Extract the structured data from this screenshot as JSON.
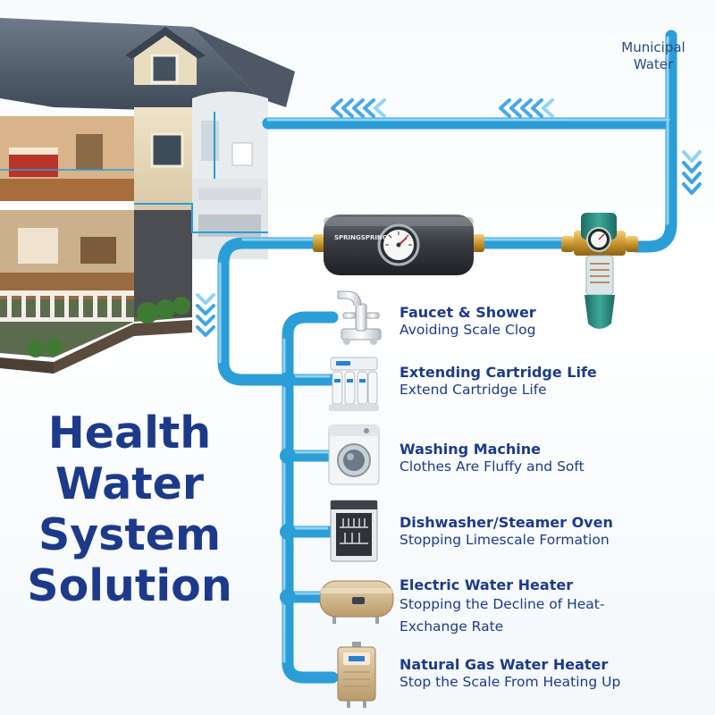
{
  "source": {
    "line1": "Municipal",
    "line2": "Water"
  },
  "filter_brand": "SPRINGSPRING",
  "headline": [
    "Health",
    "Water",
    "System",
    "Solution"
  ],
  "applications": [
    {
      "title": "Faucet & Shower",
      "desc": "Avoiding Scale Clog",
      "icon": "faucet-icon"
    },
    {
      "title": "Extending Cartridge Life",
      "desc": "Extend Cartridge Life",
      "icon": "ro-purifier-icon"
    },
    {
      "title": "Washing Machine",
      "desc": "Clothes Are Fluffy and Soft",
      "icon": "washing-machine-icon"
    },
    {
      "title": "Dishwasher/Steamer Oven",
      "desc": "Stopping Limescale Formation",
      "icon": "dishwasher-icon"
    },
    {
      "title": "Electric Water Heater",
      "desc": "Stopping the Decline of Heat-Exchange Rate",
      "icon": "electric-heater-icon"
    },
    {
      "title": "Natural Gas Water Heater",
      "desc": "Stop the Scale From Heating Up",
      "icon": "gas-heater-icon"
    }
  ],
  "colors": {
    "pipe": "#2b9ed8",
    "pipe_highlight": "#8fd3f3",
    "text": "#1d3a8a",
    "arrow": "#3fa4e6"
  }
}
